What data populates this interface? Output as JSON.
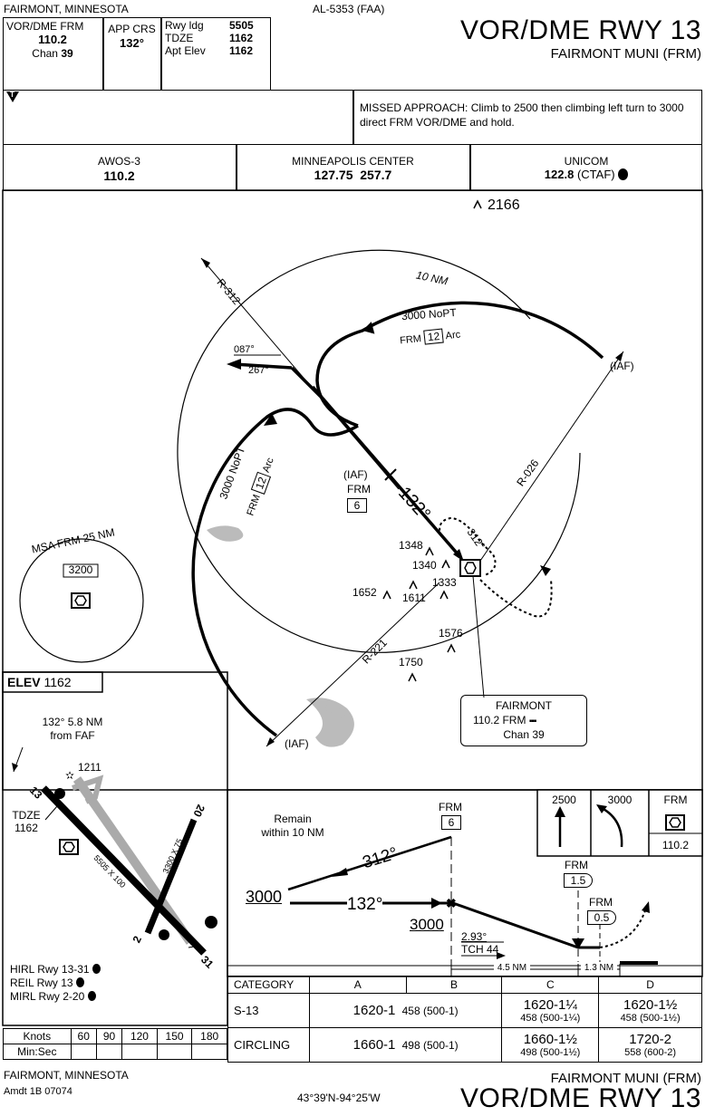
{
  "header": {
    "city_state": "FAIRMONT, MINNESOTA",
    "procedure_id": "AL-5353 (FAA)",
    "chart_title": "VOR/DME RWY 13",
    "airport": "FAIRMONT MUNI (FRM)",
    "vor_label": "VOR/DME  FRM",
    "vor_freq": "110.2",
    "chan_label": "Chan",
    "chan_value": "39",
    "app_crs_label": "APP CRS",
    "app_crs_value": "132°",
    "rwy_ldg_label": "Rwy ldg",
    "rwy_ldg_value": "5505",
    "tdze_label": "TDZE",
    "tdze_value": "1162",
    "apt_elev_label": "Apt Elev",
    "apt_elev_value": "1162",
    "takeoff_symbol": "T",
    "missed_approach": "MISSED APPROACH: Climb to 2500 then climbing left turn to 3000 direct FRM VOR/DME and hold."
  },
  "comms": [
    {
      "name": "AWOS-3",
      "freq": "110.2",
      "extra": ""
    },
    {
      "name": "MINNEAPOLIS CENTER",
      "freq": "127.75  257.7",
      "extra": ""
    },
    {
      "name": "UNICOM",
      "freq": "122.8",
      "extra": "(CTAF)"
    }
  ],
  "planview": {
    "obstacle_2166": "2166",
    "ring_label": "10 NM",
    "arc_north": "3000 NoPT",
    "arc_north_sub": "FRM",
    "arc_dme": "12",
    "arc_word": "Arc",
    "iaf": "(IAF)",
    "radial_312": "R-312",
    "radial_026": "R-026",
    "radial_221": "R-221",
    "crs_087": "087°",
    "crs_267": "267°",
    "arc_west": "3000 NoPT",
    "arc_west_sub": "FRM",
    "faf_iaf": "(IAF)",
    "faf_fix": "FRM",
    "faf_dme": "6",
    "inbound_crs": "132°",
    "outbound_crs": "312°",
    "msa": "MSA FRM 25 NM",
    "msa_alt": "3200",
    "obstacles": [
      "1348",
      "1340",
      "1333",
      "1652",
      "1611",
      "1576",
      "1750"
    ],
    "navaid_name": "FAIRMONT",
    "navaid_freq": "110.2 FRM",
    "navaid_chan": "Chan 39"
  },
  "airport_sketch": {
    "elev_label": "ELEV",
    "elev_value": "1162",
    "faf_note_1": "132° 5.8 NM",
    "faf_note_2": "from FAF",
    "obstacle": "1211",
    "tdze_label": "TDZE",
    "tdze_value": "1162",
    "rwy_13": "13",
    "rwy_31": "31",
    "rwy_2": "2",
    "rwy_20": "20",
    "rwy_dim_main": "5505 X 100",
    "rwy_dim_cross": "3300 X 75",
    "lighting": [
      "HIRL Rwy 13-31",
      "REIL Rwy 13",
      "MIRL Rwy 2-20"
    ]
  },
  "profile": {
    "remain": "Remain",
    "remain_2": "within 10 NM",
    "fix_frm": "FRM",
    "fix_dme_6": "6",
    "outbound": "312°",
    "inbound": "132°",
    "alt_3000_left": "3000",
    "alt_3000_fix": "3000",
    "gs_angle": "2.93°",
    "tch": "TCH 44",
    "fix_15_label": "FRM",
    "fix_15": "1.5",
    "fix_05_label": "FRM",
    "fix_05": "0.5",
    "dist_1": "4.5 NM",
    "dist_2": "1.3 NM",
    "ma_icons": [
      "2500",
      "3000",
      "FRM"
    ],
    "ma_freq": "110.2"
  },
  "minimums": {
    "headers": [
      "CATEGORY",
      "A",
      "B",
      "C",
      "D"
    ],
    "rows": [
      {
        "cat": "S-13",
        "ab_main": "1620-1",
        "ab_sub": "458 (500-1)",
        "c_main": "1620-1¼",
        "c_sub": "458 (500-1¼)",
        "d_main": "1620-1½",
        "d_sub": "458 (500-1½)"
      },
      {
        "cat": "CIRCLING",
        "ab_main": "1660-1",
        "ab_sub": "498 (500-1)",
        "c_main": "1660-1½",
        "c_sub": "498 (500-1½)",
        "d_main": "1720-2",
        "d_sub": "558 (600-2)"
      }
    ]
  },
  "timing": {
    "knots_label": "Knots",
    "speeds": [
      "60",
      "90",
      "120",
      "150",
      "180"
    ],
    "minsec_label": "Min:Sec"
  },
  "footer": {
    "city_state": "FAIRMONT, MINNESOTA",
    "amdt": "Amdt 1B  07074",
    "coords": "43°39'N-94°25'W",
    "airport": "FAIRMONT MUNI (FRM)",
    "chart_title": "VOR/DME RWY 13"
  }
}
